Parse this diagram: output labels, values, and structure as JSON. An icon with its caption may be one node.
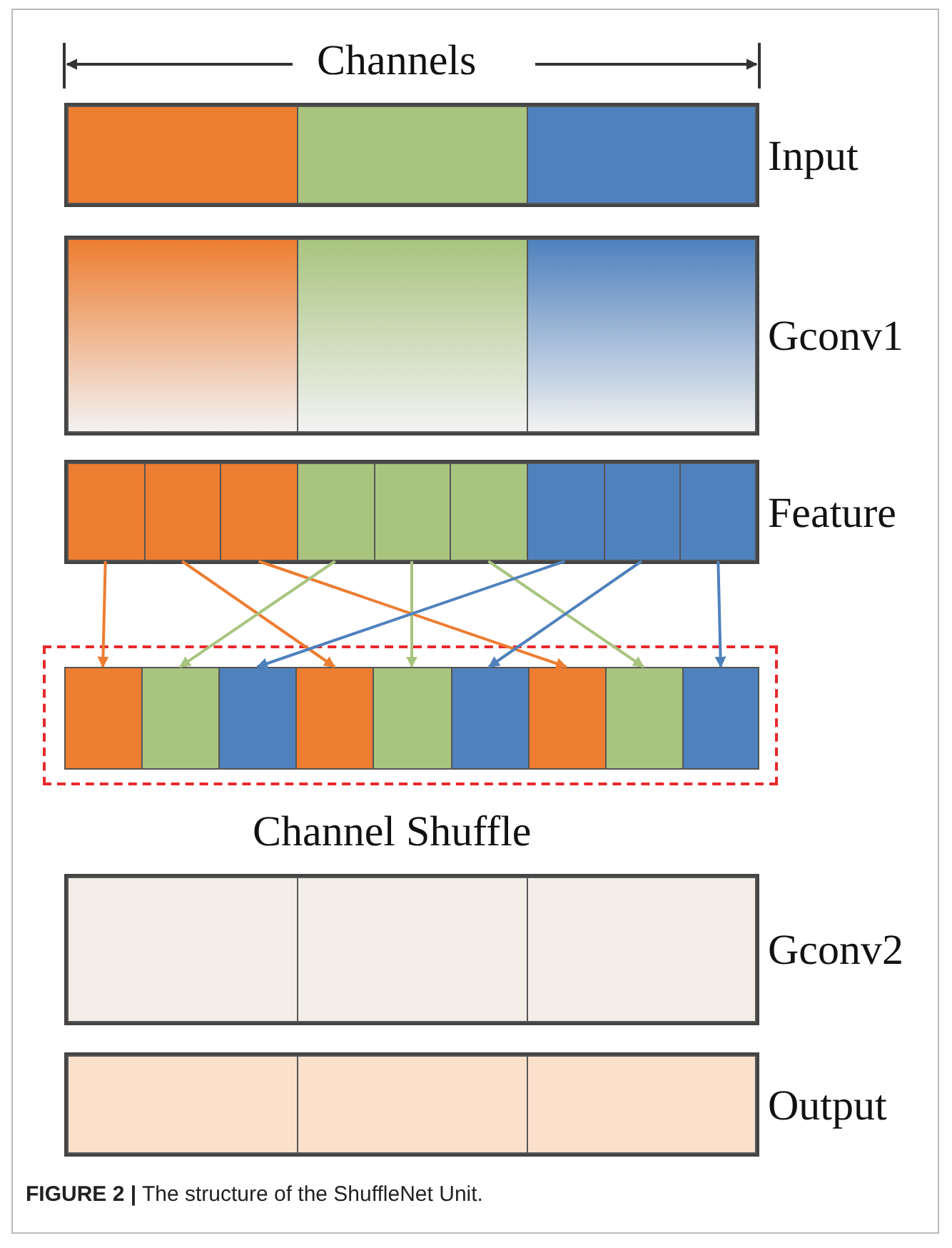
{
  "diagram": {
    "caption": "**FIGURE 2 |** The structure of the ShuffleNet Unit.",
    "nodes": [
      {
        "text": [],
        "shape": "bar",
        "beside": [
          "Input"
        ]
      },
      {
        "text": [],
        "shape": "box",
        "in": 0
      },
      {
        "text": [],
        "shape": "box",
        "in": 0
      },
      {
        "text": [],
        "shape": "box",
        "in": 0
      },
      {
        "text": [],
        "shape": "bar",
        "beside": [
          "Gconv1"
        ]
      },
      {
        "text": [],
        "shape": "box",
        "in": 4
      },
      {
        "text": [],
        "shape": "box",
        "in": 4
      },
      {
        "text": [],
        "shape": "box",
        "in": 4
      },
      {
        "text": [],
        "shape": "bar",
        "beside": [
          "Feature"
        ]
      },
      {
        "text": [],
        "shape": "box",
        "in": 8
      },
      {
        "text": [],
        "shape": "box",
        "in": 8
      },
      {
        "text": [],
        "shape": "box",
        "in": 8
      },
      {
        "text": [],
        "shape": "box",
        "in": 8
      },
      {
        "text": [],
        "shape": "box",
        "in": 8
      },
      {
        "text": [],
        "shape": "box",
        "in": 8
      },
      {
        "text": [],
        "shape": "box",
        "in": 8
      },
      {
        "text": [],
        "shape": "box",
        "in": 8
      },
      {
        "text": [],
        "shape": "box",
        "in": 8
      },
      {
        "text": [
          "Channel Shuffle"
        ]
      },
      {
        "text": [],
        "shape": "box",
        "in": 18
      },
      {
        "text": [],
        "shape": "box",
        "in": 18
      },
      {
        "text": [],
        "shape": "box",
        "in": 18
      },
      {
        "text": [],
        "shape": "box",
        "in": 18
      },
      {
        "text": [],
        "shape": "box",
        "in": 18
      },
      {
        "text": [],
        "shape": "box",
        "in": 18
      },
      {
        "text": [],
        "shape": "box",
        "in": 18
      },
      {
        "text": [],
        "shape": "box",
        "in": 18
      },
      {
        "text": [],
        "shape": "box",
        "in": 18
      },
      {
        "text": [],
        "shape": "bar",
        "beside": [
          "Gconv2"
        ]
      },
      {
        "text": [],
        "shape": "box",
        "in": 28
      },
      {
        "text": [],
        "shape": "box",
        "in": 28
      },
      {
        "text": [],
        "shape": "box",
        "in": 28
      },
      {
        "text": [],
        "shape": "bar",
        "beside": [
          "Output"
        ]
      },
      {
        "text": [],
        "shape": "box",
        "in": 32
      },
      {
        "text": [],
        "shape": "box",
        "in": 32
      },
      {
        "text": [],
        "shape": "box",
        "in": 32
      }
    ],
    "edges": [
      {
        "from": 9,
        "to": 19,
        "arrow": "to",
        "color": "#ed7d31"
      },
      {
        "from": 10,
        "to": 22,
        "arrow": "to",
        "color": "#ed7d31"
      },
      {
        "from": 11,
        "to": 25,
        "arrow": "to",
        "color": "#ed7d31"
      },
      {
        "from": 12,
        "to": 20,
        "arrow": "to",
        "color": "#a9c47f"
      },
      {
        "from": 13,
        "to": 23,
        "arrow": "to",
        "color": "#a9c47f"
      },
      {
        "from": 14,
        "to": 26,
        "arrow": "to",
        "color": "#a9c47f"
      },
      {
        "from": 15,
        "to": 21,
        "arrow": "to",
        "color": "#4f81bd"
      },
      {
        "from": 16,
        "to": 24,
        "arrow": "to",
        "color": "#4f81bd"
      },
      {
        "from": 17,
        "to": 27,
        "arrow": "to",
        "color": "#4f81bd"
      }
    ],
    "labels": [
      "Channels"
    ]
  }
}
